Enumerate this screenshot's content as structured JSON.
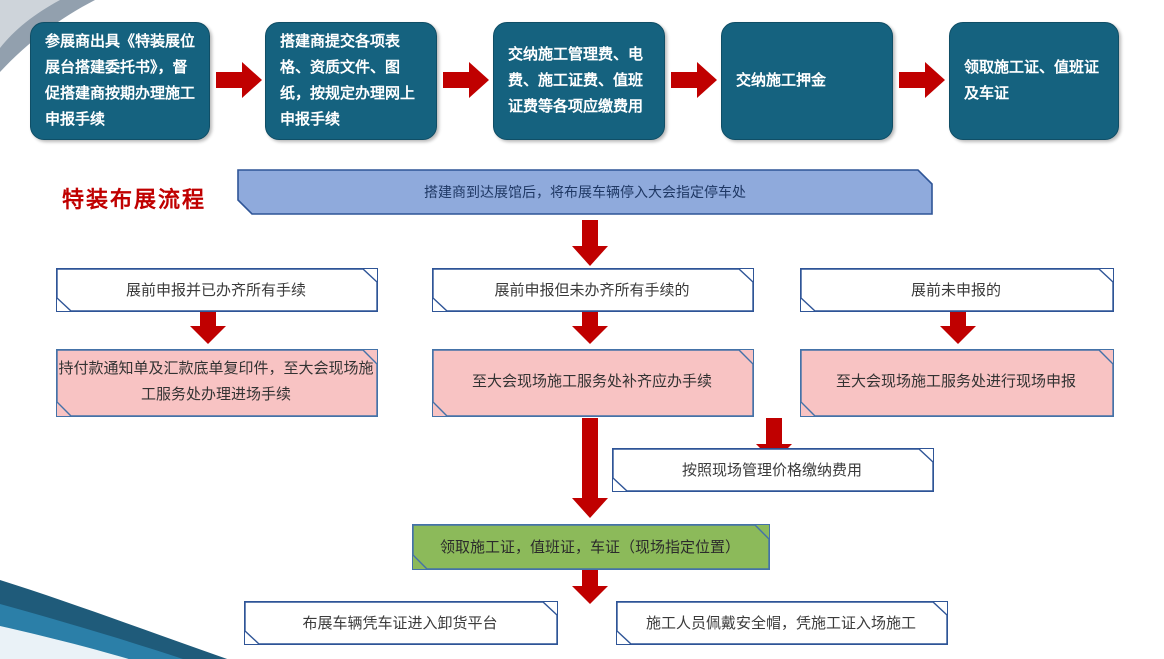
{
  "title": {
    "text": "特装布展流程",
    "color": "#c00000"
  },
  "colors": {
    "teal": "#15627f",
    "arrow_red": "#c00000",
    "banner_blue": "#8faadc",
    "banner_blue_border": "#2f5597",
    "pink": "#f8c3c3",
    "green": "#8cba5a",
    "box_border": "#2f5597",
    "text_dark": "#3b3b3b",
    "white": "#ffffff"
  },
  "top_row": {
    "steps": [
      {
        "id": "step-1",
        "label": "参展商出具《特装展位展台搭建委托书》，督促搭建商按期办理施工申报手续"
      },
      {
        "id": "step-2",
        "label": "搭建商提交各项表格、资质文件、图纸，按规定办理网上申报手续"
      },
      {
        "id": "step-3",
        "label": "交纳施工管理费、电费、施工证费、值班证费等各项应缴费用"
      },
      {
        "id": "step-4",
        "label": "交纳施工押金"
      },
      {
        "id": "step-5",
        "label": "领取施工证、值班证及车证"
      }
    ],
    "connector_icon": "right-arrow-icon",
    "connector_count": 4
  },
  "banner": {
    "id": "banner-parking",
    "label": "搭建商到达展馆后，将布展车辆停入大会指定停车处"
  },
  "branch_row": {
    "items": [
      {
        "id": "branch-1",
        "label": "展前申报并已办齐所有手续"
      },
      {
        "id": "branch-2",
        "label": "展前申报但未办齐所有手续的"
      },
      {
        "id": "branch-3",
        "label": "展前未申报的"
      }
    ]
  },
  "action_row": {
    "items": [
      {
        "id": "action-1",
        "label": "持付款通知单及汇款底单复印件，至大会现场施工服务处办理进场手续"
      },
      {
        "id": "action-2",
        "label": "至大会现场施工服务处补齐应办手续"
      },
      {
        "id": "action-3",
        "label": "至大会现场施工服务处进行现场申报"
      }
    ]
  },
  "fee_box": {
    "id": "fee-onsite",
    "label": "按照现场管理价格缴纳费用"
  },
  "permit_box": {
    "id": "permit-pickup",
    "label": "领取施工证，值班证，车证（现场指定位置）"
  },
  "final_row": {
    "items": [
      {
        "id": "final-1",
        "label": "布展车辆凭车证进入卸货平台"
      },
      {
        "id": "final-2",
        "label": "施工人员佩戴安全帽，凭施工证入场施工"
      }
    ]
  },
  "icons": {
    "arrow_right": "right-arrow-icon",
    "arrow_down": "down-arrow-icon"
  }
}
